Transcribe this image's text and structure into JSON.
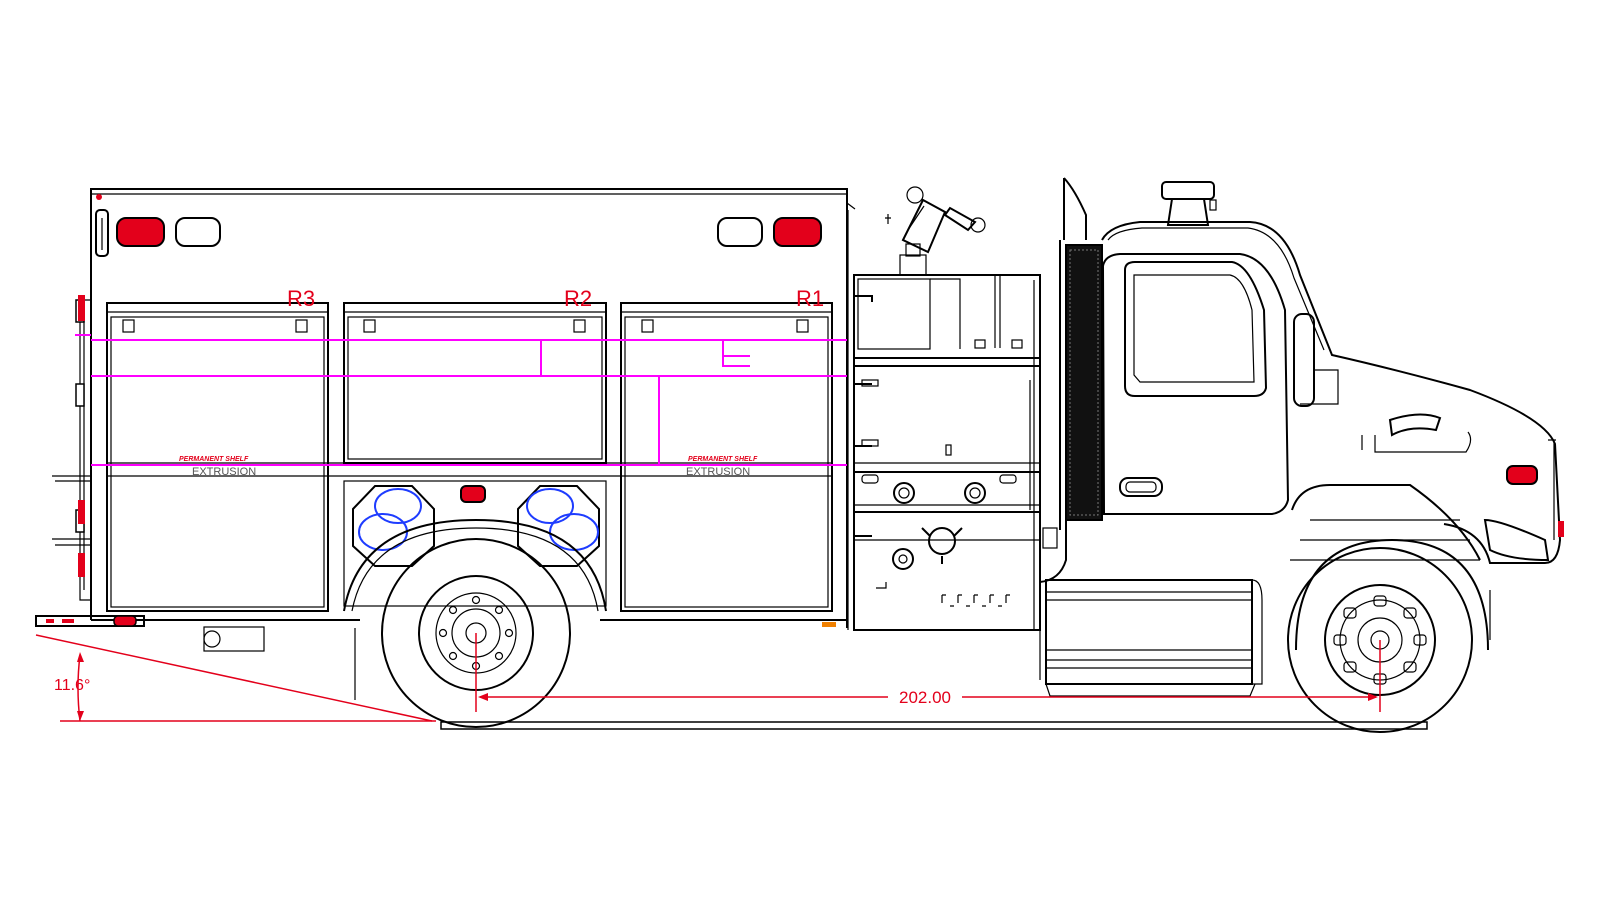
{
  "compartments": [
    {
      "label": "R3"
    },
    {
      "label": "R2"
    },
    {
      "label": "R1"
    }
  ],
  "shelf": {
    "label_left": "PERMANENT SHELF",
    "label_right": "PERMANENT SHELF",
    "extrusion_left": "EXTRUSION",
    "extrusion_right": "EXTRUSION"
  },
  "dimensions": {
    "departure_angle": "11.6°",
    "wheelbase": "202.00"
  },
  "colors": {
    "outline": "#000000",
    "light": "#e3001b",
    "plumbing": "#ff00ff",
    "cylinder": "#1e3cff",
    "dimension": "#e3001b",
    "marker": "#f08000"
  }
}
